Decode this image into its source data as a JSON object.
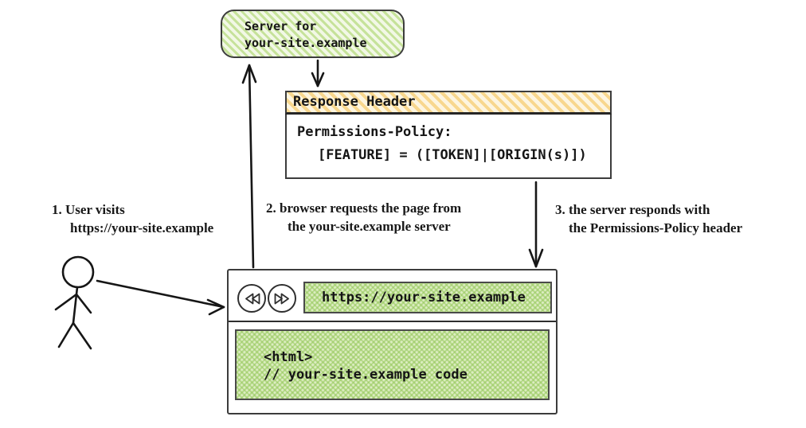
{
  "server_box": {
    "line1": "Server for",
    "line2": "your-site.example"
  },
  "response_header_box": {
    "title": "Response Header",
    "policy_name": "Permissions-Policy:",
    "policy_value": "[FEATURE] = ([TOKEN]|[ORIGIN(s)])"
  },
  "browser_window": {
    "url": "https://your-site.example",
    "code_line1": "<html>",
    "code_line2": "// your-site.example code",
    "back_icon": "rewind-icon",
    "forward_icon": "fast-forward-icon"
  },
  "annotations": {
    "step1_line1": "1. User visits",
    "step1_line2": "https://your-site.example",
    "step2_line1": "2. browser requests the page from",
    "step2_line2": "the your-site.example server",
    "step3_line1": "3. the server responds with",
    "step3_line2": "the Permissions-Policy header"
  },
  "colors": {
    "green_hatch": "#c6e29a",
    "green_crosshatch_base": "#ddedc2",
    "orange_hatch": "#f8d78e",
    "border_dark": "#3c3c3c",
    "ink": "#181818"
  }
}
